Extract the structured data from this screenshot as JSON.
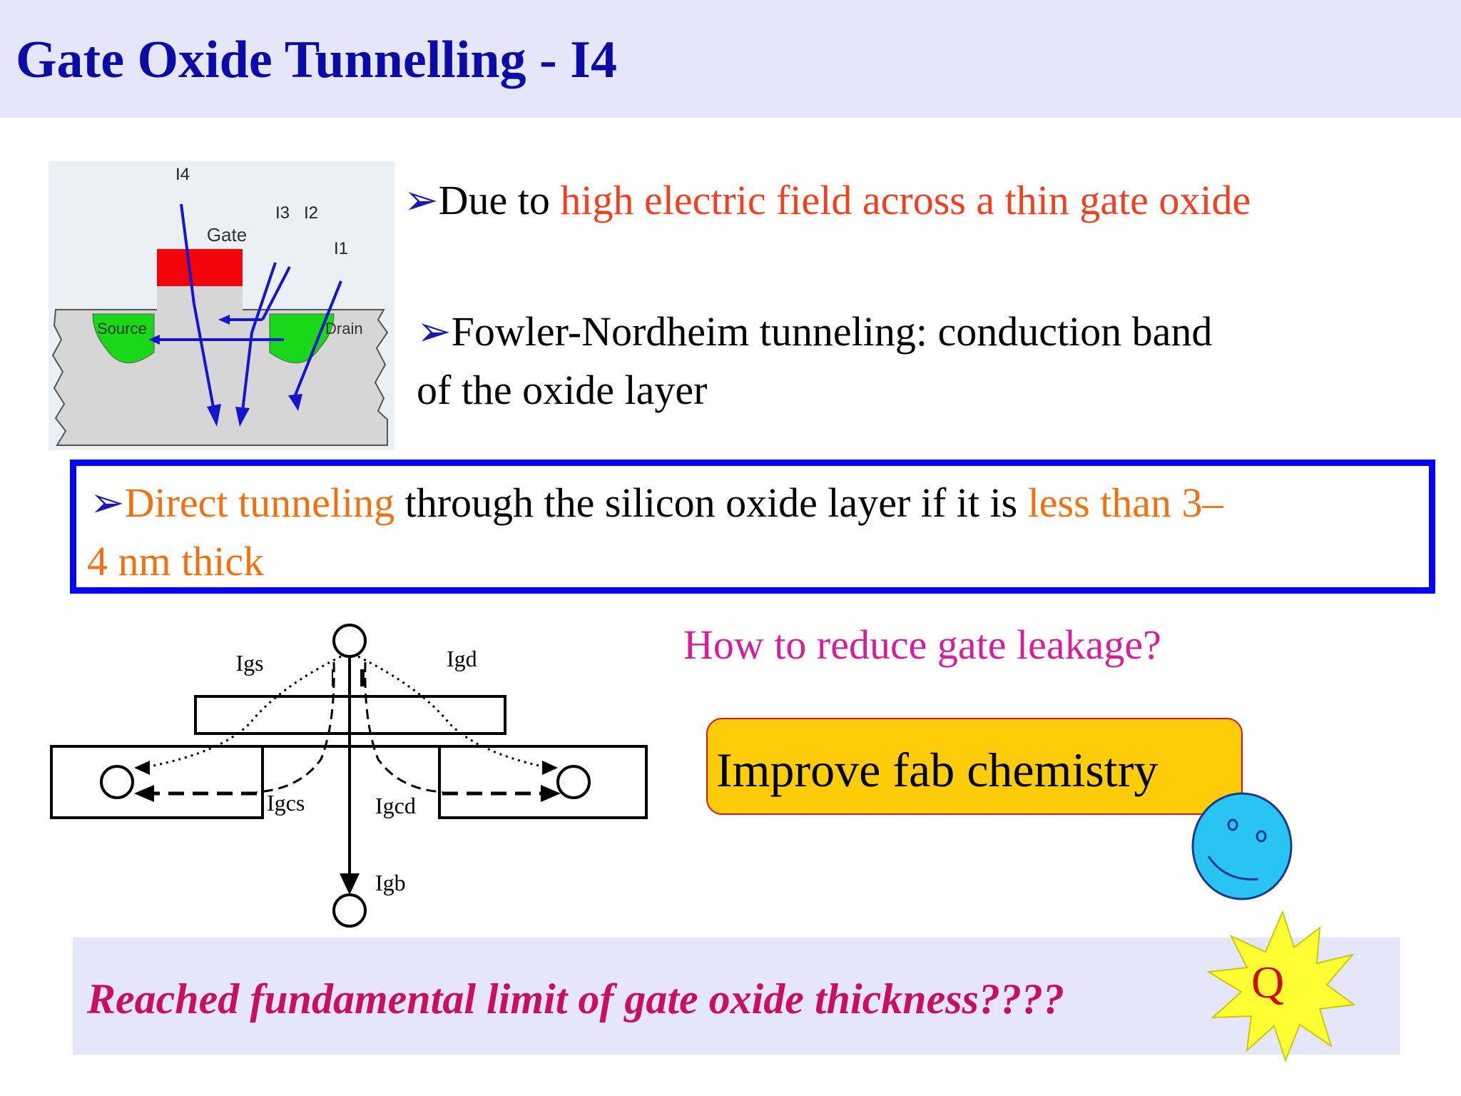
{
  "title": "Gate Oxide Tunnelling - I4",
  "bullet_arrow": "➢",
  "bullet1": {
    "prefix": "Due to ",
    "highlight": "high electric field across a thin gate oxide"
  },
  "bullet2": {
    "line1": "Fowler-Nordheim tunneling: conduction band",
    "line2": "of the oxide layer"
  },
  "bullet3": {
    "hl1": "Direct tunneling",
    "mid": " through the silicon oxide layer if it is ",
    "hl2": "less than 3–",
    "line2": "4 nm thick"
  },
  "question": "How to reduce gate leakage?",
  "answer": "Improve fab chemistry",
  "footer": "Reached fundamental limit of gate oxide thickness????",
  "q_badge": "Q",
  "transistor_diagram": {
    "gate": "Gate",
    "source": "Source",
    "drain": "Drain",
    "currents": [
      "I4",
      "I3",
      "I2",
      "I1"
    ]
  },
  "leakage_diagram": {
    "labels": [
      "Igs",
      "Igd",
      "Igcs",
      "Igcd",
      "Igb"
    ]
  },
  "colors": {
    "title": "#0b0ba8",
    "highlight_red": "#f2401e",
    "highlight_orange": "#f2700f",
    "question": "#d41e9a",
    "box_border": "#0505f5",
    "fab_fill": "#ffcc0a",
    "footer_text": "#c8105e",
    "smiley": "#29c4f4",
    "star": "#ffff33"
  }
}
